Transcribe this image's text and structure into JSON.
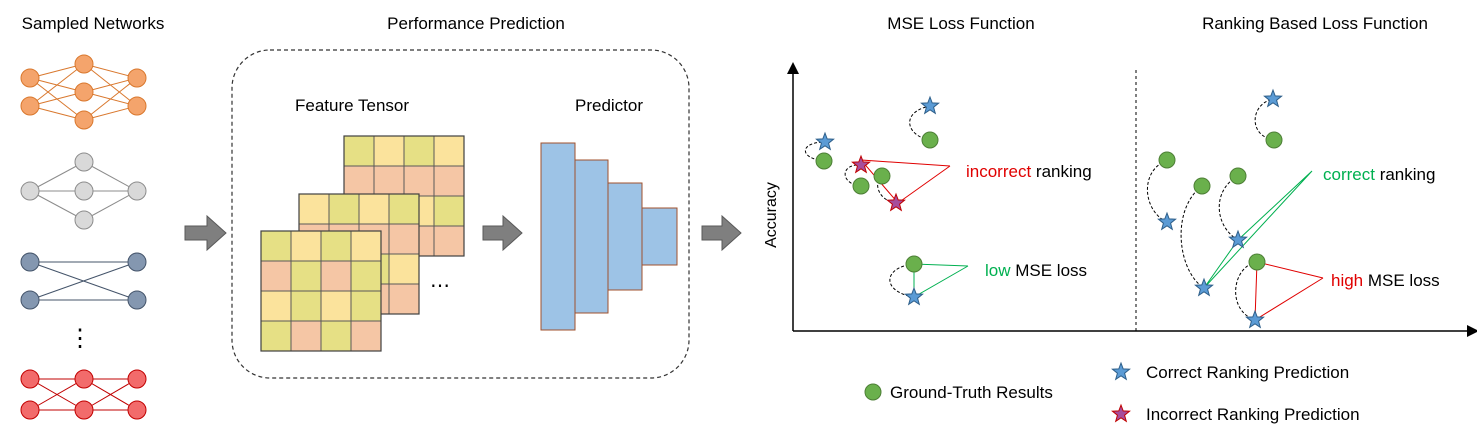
{
  "sections": {
    "sampled_networks": "Sampled Networks",
    "performance_prediction": "Performance Prediction",
    "mse_loss_function": "MSE Loss Function",
    "ranking_loss_function": "Ranking Based Loss Function"
  },
  "performance": {
    "feature_tensor": "Feature Tensor",
    "predictor": "Predictor"
  },
  "plot": {
    "ylabel": "Accuracy",
    "incorrect_word": "incorrect",
    "incorrect_rest": " ranking",
    "low_word": "low",
    "low_rest": " MSE loss",
    "correct_word": "correct",
    "correct_rest": " ranking",
    "high_word": "high",
    "high_rest": " MSE loss"
  },
  "legend": {
    "ground_truth": "Ground-Truth Results",
    "correct": "Correct  Ranking Prediction",
    "incorrect": "Incorrect Ranking Prediction"
  },
  "colors": {
    "orange_node": "#f4a46c",
    "orange_edge": "#d9782e",
    "gray_node": "#d9d9d9",
    "gray_edge": "#8c8c8c",
    "blue_node": "#8497b0",
    "blue_edge": "#44546a",
    "red_node": "#f26b6b",
    "red_edge": "#c00000",
    "tile_yellow": "#e6e085",
    "tile_peach": "#f5c6a5",
    "tile_light": "#fbe39c",
    "predictor_fill": "#9dc3e6",
    "predictor_edge": "#a0522d",
    "green_dot": "#6ab04c",
    "star_blue": "#5b9bd5",
    "red_text": "#e00000",
    "green_text": "#00b050"
  }
}
